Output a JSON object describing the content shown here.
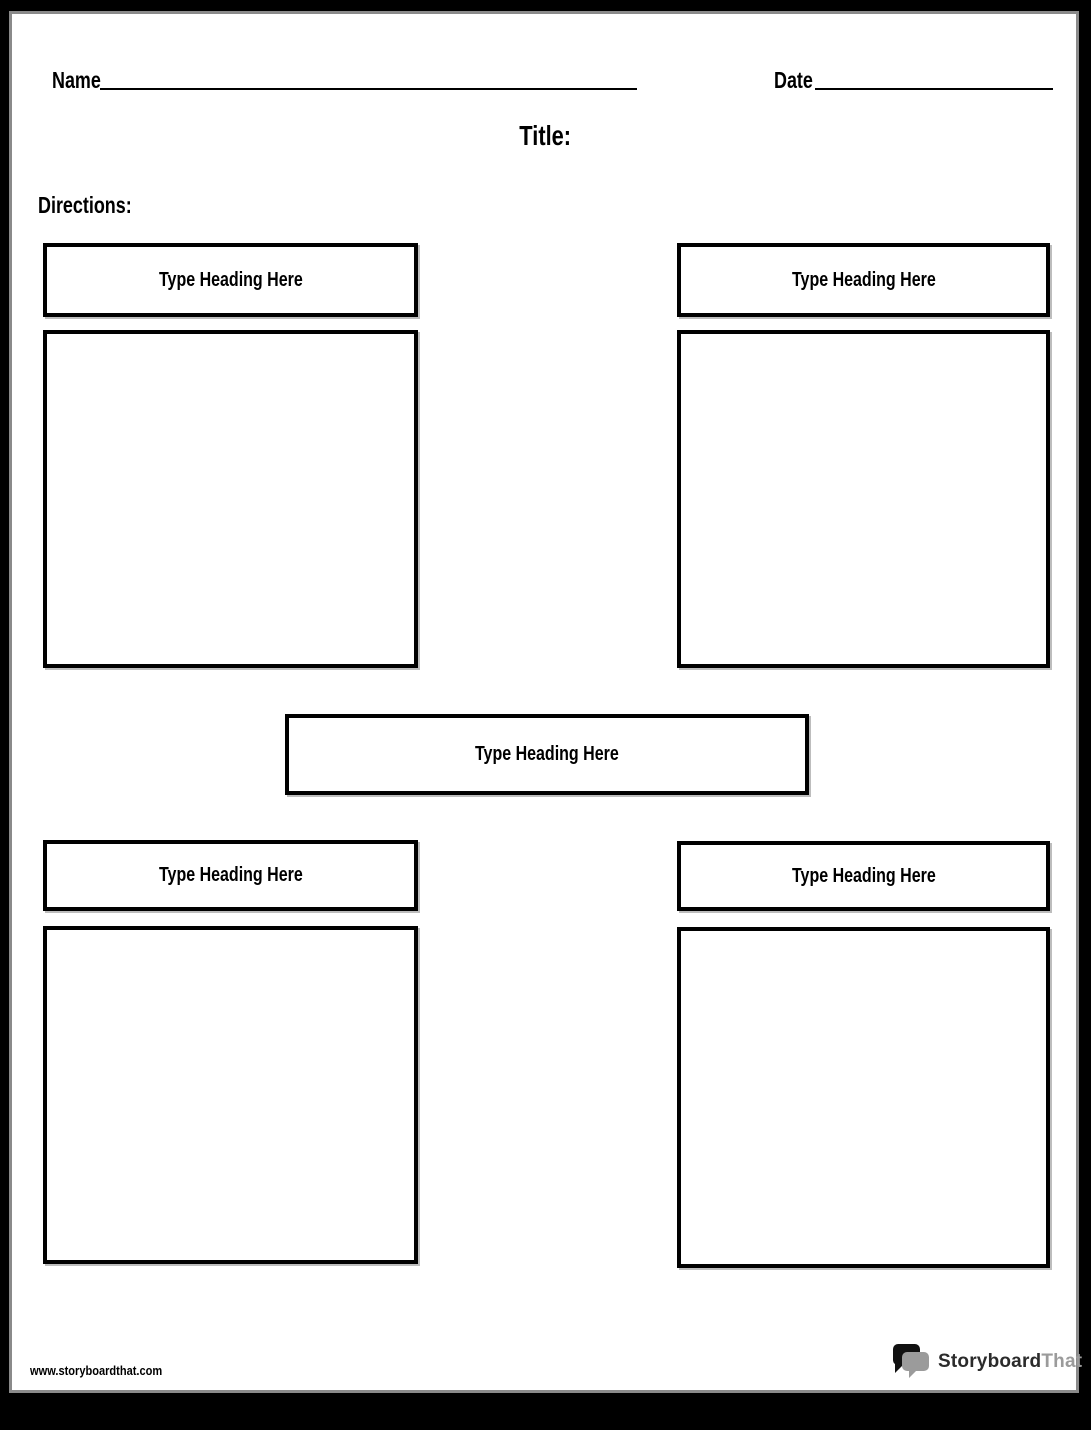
{
  "header": {
    "name_label": "Name",
    "date_label": "Date",
    "title_label": "Title:",
    "directions_label": "Directions:"
  },
  "boxes": {
    "top_left": {
      "heading": "Type Heading Here"
    },
    "top_right": {
      "heading": "Type Heading Here"
    },
    "middle": {
      "heading": "Type Heading Here"
    },
    "bottom_left": {
      "heading": "Type Heading Here"
    },
    "bottom_right": {
      "heading": "Type Heading Here"
    }
  },
  "footer": {
    "website_url": "www.storyboardthat.com",
    "logo": {
      "primary": "Storyboard",
      "secondary": "That",
      "icon": "speech-bubbles-icon"
    }
  },
  "colors": {
    "frame": "#000000",
    "page_background": "#ffffff",
    "page_shadow": "#8a8a8a",
    "ink": "#000000",
    "logo_primary": "#2b2b2b",
    "logo_secondary": "#9b9b9b"
  }
}
